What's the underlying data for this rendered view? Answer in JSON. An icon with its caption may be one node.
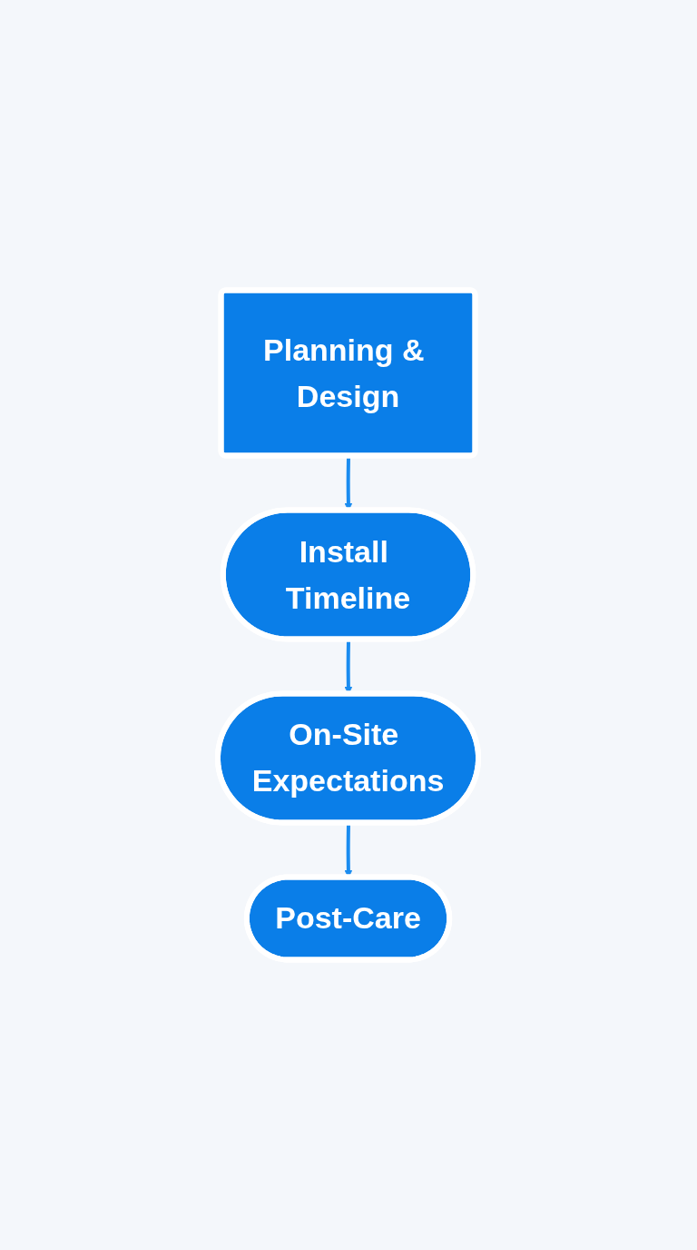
{
  "diagram": {
    "nodes": [
      {
        "text": [
          "Planning & Design"
        ]
      },
      {
        "text": [
          "Install Timeline"
        ]
      },
      {
        "text": [
          "On-Site Expectations"
        ]
      },
      {
        "text": [
          "Post-Care"
        ]
      }
    ],
    "edges": [
      {
        "from": 0,
        "to": 1,
        "arrow": "to"
      },
      {
        "from": 1,
        "to": 2,
        "arrow": "to"
      },
      {
        "from": 2,
        "to": 3,
        "arrow": "to"
      }
    ]
  }
}
